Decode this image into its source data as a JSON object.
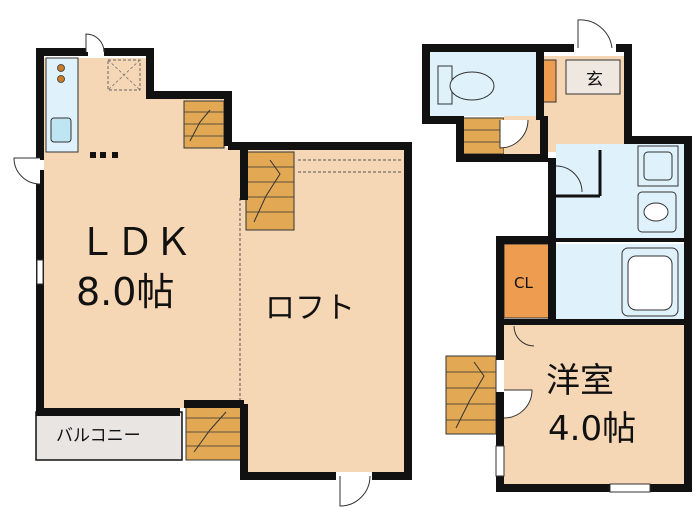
{
  "rooms": {
    "ldk_name": "ＬＤＫ",
    "ldk_size": "8.0帖",
    "loft_name": "ロフト",
    "western_name": "洋室",
    "western_size": "4.0帖",
    "balcony_name": "バルコニー",
    "entrance_name": "玄",
    "closet_name": "CL"
  },
  "colors": {
    "room_floor": "#f6d7b5",
    "wet_area": "#dff1fa",
    "stair": "#e2a854",
    "closet": "#ee9c50",
    "wall": "#111111",
    "balcony": "#e8e5e2"
  }
}
